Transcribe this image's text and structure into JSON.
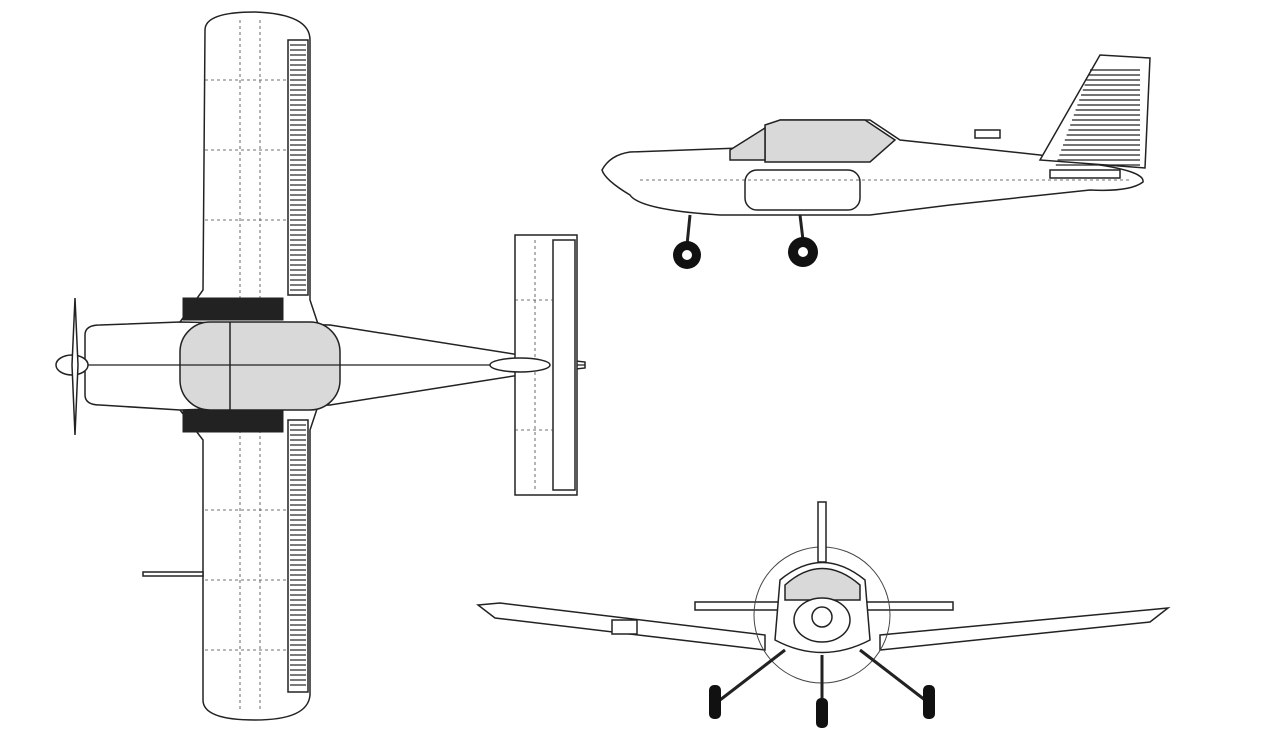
{
  "drawing": {
    "views": [
      "top",
      "side",
      "front"
    ],
    "colors": {
      "background": "#ffffff",
      "line": "#222222",
      "glazing": "#d9d9d9"
    }
  }
}
